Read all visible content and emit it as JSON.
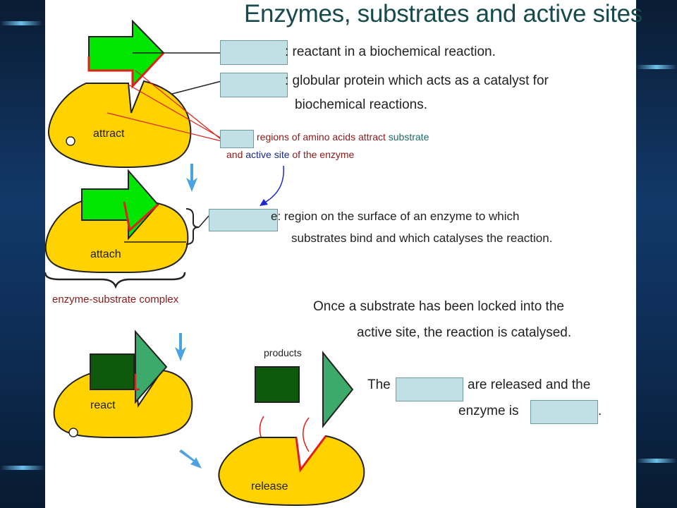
{
  "title": "Enzymes, substrates and active sites",
  "definitions": {
    "substrate_def": ": reactant in a biochemical reaction.",
    "enzyme_def_line1": ": globular protein which acts as a catalyst for",
    "enzyme_def_line2": "biochemical reactions.",
    "active_site_def_line1": "e: region on the surface of an enzyme to which",
    "active_site_def_line2": "substrates bind and which catalyses the reaction."
  },
  "attract_note": {
    "part1": "regions of amino acids attract",
    "part2": "substrate",
    "part3": "and",
    "part4": "active site",
    "part5": "of the enzyme"
  },
  "stage_labels": {
    "attract": "attract",
    "attach": "attach",
    "react": "react",
    "release": "release",
    "products": "products",
    "complex": "enzyme-substrate complex"
  },
  "summary": {
    "line1": "Once a substrate has been locked into the",
    "line2": "active site, the reaction is catalysed.",
    "line3_a": "The",
    "line3_b": "are released and the",
    "line4_a": "enzyme is",
    "line4_b": "."
  },
  "colors": {
    "enzyme": "#ffd200",
    "substrate": "#00e600",
    "product_dark": "#0d5a0d",
    "product_light": "#3caa6a",
    "blank_fill": "#c1e0e6",
    "label_red": "#8b1a1a",
    "title_teal": "#174a4c"
  }
}
